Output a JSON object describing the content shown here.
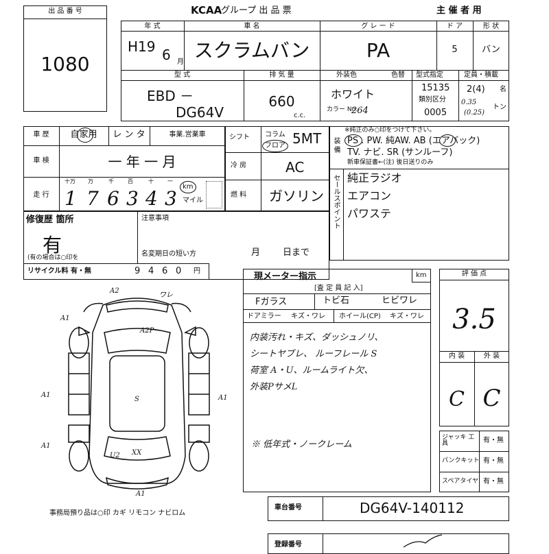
{
  "header": {
    "lot_label": "出 品 番 号",
    "lot_number": "1080",
    "logo": "KCAA",
    "title": "グループ 出 品 票",
    "organizer": "主 催 者 用"
  },
  "vehicle": {
    "year_label": "年 式",
    "year_value": "H19",
    "month_value": "6",
    "month_unit": "月",
    "name_label": "車 名",
    "name_value": "スクラムバン",
    "grade_label": "グ レ ー ド",
    "grade_value": "PA",
    "doors_label": "ド ア",
    "doors_value": "5",
    "shape_label": "形 状",
    "shape_value": "バン",
    "model_label": "型 式",
    "model_prefix": "EBD －",
    "model_value": "DG64V",
    "displacement_label": "排 気 量",
    "displacement_value": "660",
    "displacement_unit": "c.c.",
    "color_label": "外装色",
    "color_change_label": "色替",
    "color_value": "ホワイト",
    "color_code_label": "カラー No.",
    "color_code_value": "264",
    "type_designation_label": "型式指定",
    "type_designation_value": "15135",
    "category_label": "類別区分",
    "category_value": "0005",
    "capacity_label": "定員・積載",
    "capacity_value": "2(4)",
    "capacity_unit": "名",
    "load_value_1": "0.35",
    "load_value_2": "(0.25)",
    "load_unit": "トン"
  },
  "history": {
    "label": "車 歴",
    "options": [
      "自家用",
      "レ ン タ",
      "事業.営業車"
    ],
    "inspection_label": "車 検",
    "inspection_value": "一 年 一 月",
    "mileage_label": "走 行",
    "mileage_units": [
      "十万",
      "万",
      "千",
      "百",
      "十",
      "一"
    ],
    "mileage_digits": [
      "1",
      "7",
      "6",
      "3",
      "4",
      "3"
    ],
    "km_label": "km",
    "mile_label": "マイル"
  },
  "specs": {
    "shift_label": "シフト",
    "shift_options": [
      "コラム",
      "フロア"
    ],
    "shift_value": "5MT",
    "ac_label": "冷 房",
    "ac_value": "AC",
    "fuel_label": "燃 料",
    "fuel_value": "ガソリン"
  },
  "equipment": {
    "label": "装 備",
    "note": "※純正のみ○印をつけて下さい。",
    "line1": "PS . PW. 純AW. AB (エアバック)",
    "line2": "TV. ナビ. SR (サンルーフ)",
    "warranty": "新車保証書←(注) 後日送りのみ",
    "sales_points_label": "セールスポイント",
    "sales_points": [
      "純正ラジオ",
      "エアコン",
      "パワステ"
    ]
  },
  "repair": {
    "label": "修復歴 箇所",
    "value": "有",
    "note": "(有の場合は○印を",
    "notes_label": "注意事項",
    "short_title_label": "名変期日の短い方",
    "month_label": "月",
    "day_label": "日まで",
    "recycle_label": "リサイクル料 有・無",
    "recycle_digits": [
      "9",
      "4",
      "6",
      "0",
      "円"
    ]
  },
  "inspection": {
    "meter_label": "現メーター指示",
    "meter_unit": "km",
    "entry_label": "[査 定 員 記 入]",
    "glass_label": "Fガラス",
    "glass_items": [
      "トビ石",
      "ヒビワレ"
    ],
    "mirror_label": "ドアミラー",
    "mirror_value": "キズ・ワレ",
    "wheel_label": "ホイール(CP)",
    "wheel_value": "キズ・ワレ",
    "notes": [
      "内装汚れ・キズ、ダッシュノリ、",
      "シートヤブレ、 ルーフレール S",
      "荷室 A・U、ルームライト欠、",
      "外装PサメL"
    ],
    "remark": "※ 低年式・ノークレーム"
  },
  "scores": {
    "label": "評 価 点",
    "overall": "3.5",
    "interior_label": "内 装",
    "exterior_label": "外 装",
    "interior": "C",
    "exterior": "C"
  },
  "tools": {
    "jack_label": "ジャッキ 工 具",
    "puncture_label": "パンクキット",
    "spare_label": "スペアタイヤ",
    "option": "有・無"
  },
  "diagram": {
    "marks": [
      "A2",
      "ワレ",
      "A2P",
      "A1",
      "S",
      "A1",
      "A1",
      "A1",
      "U2",
      "XX",
      "A1"
    ],
    "office_items": "事務局預り品は○印 カギ リモコン ナビロム"
  },
  "chassis": {
    "label": "車台番号",
    "value": "DG64V-140112"
  },
  "registration": {
    "label": "登録番号"
  }
}
